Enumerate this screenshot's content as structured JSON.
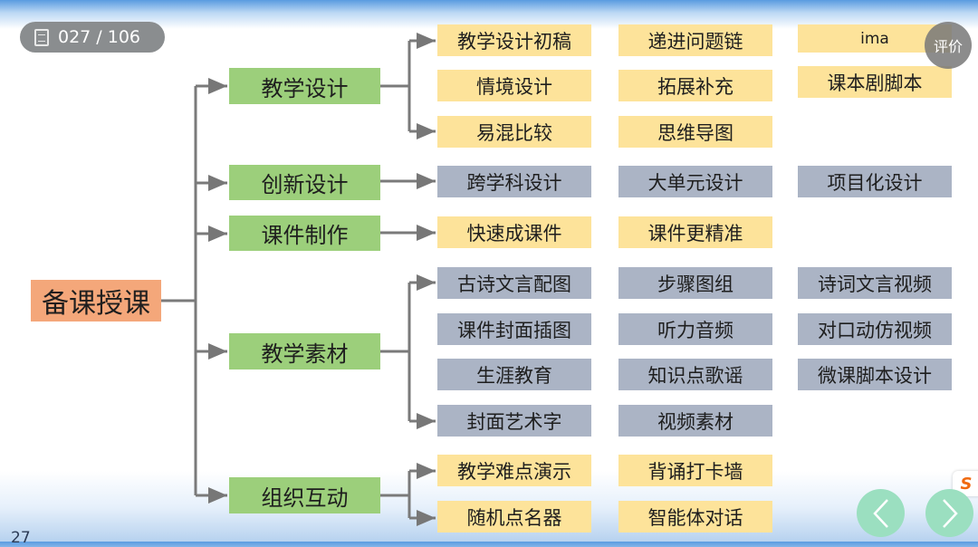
{
  "viewer": {
    "page_indicator": "027 / 106",
    "rate_button": "评价",
    "prev_icon": "chevron-left-icon",
    "next_icon": "chevron-right-icon",
    "badge_label": "S",
    "slide_number": "27"
  },
  "diagram": {
    "root": "备课授课",
    "branches": [
      {
        "label": "教学设计",
        "items": [
          "教学设计初稿",
          "递进问题链",
          "ima",
          "情境设计",
          "拓展补充",
          "课本剧脚本",
          "易混比较",
          "思维导图"
        ]
      },
      {
        "label": "创新设计",
        "items": [
          "跨学科设计",
          "大单元设计",
          "项目化设计"
        ]
      },
      {
        "label": "课件制作",
        "items": [
          "快速成课件",
          "课件更精准"
        ]
      },
      {
        "label": "教学素材",
        "items": [
          "古诗文言配图",
          "步骤图组",
          "诗词文言视频",
          "课件封面插图",
          "听力音频",
          "对口动仿视频",
          "生涯教育",
          "知识点歌谣",
          "微课脚本设计",
          "封面艺术字",
          "视频素材"
        ]
      },
      {
        "label": "组织互动",
        "items": [
          "教学难点演示",
          "背诵打卡墙",
          "随机点名器",
          "智能体对话"
        ]
      }
    ],
    "colors": {
      "root": "#f4a77a",
      "branch": "#9ccf7b",
      "yellow": "#fde39a",
      "gray": "#abb4c5"
    }
  }
}
